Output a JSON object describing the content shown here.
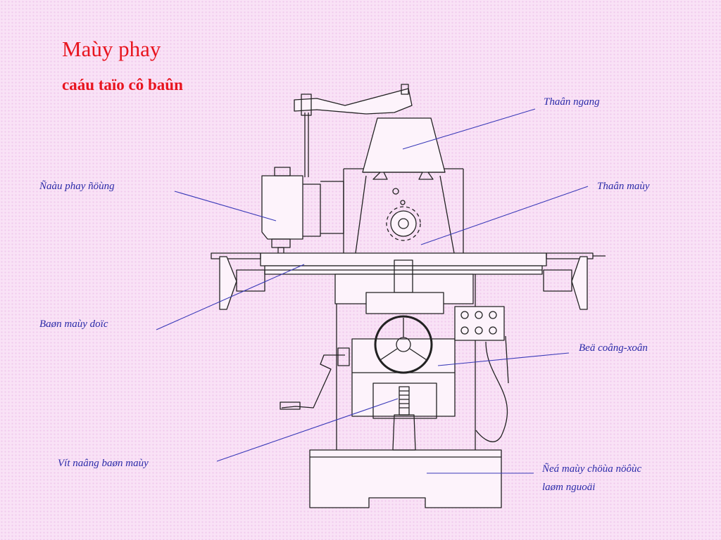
{
  "slide": {
    "title": "Maùy phay",
    "subtitle": "caáu taïo cô baûn"
  },
  "labels": {
    "horizontal_arm": "Thaân ngang",
    "head": "Ñaàu phay ñöùng",
    "column": "Thaân maùy",
    "table": "Baøn maùy doïc",
    "gearbox": "Beä coâng-xoân",
    "elevating_screw": "Vít naâng baøn maùy",
    "base_line1": "Ñeá maùy chöùa nöôùc",
    "base_line2": "laøm nguoäi"
  },
  "colors": {
    "title": "#e8141e",
    "label_text": "#2a2aa8",
    "leader_line": "#3a3ab8",
    "drawing": "#222222"
  }
}
